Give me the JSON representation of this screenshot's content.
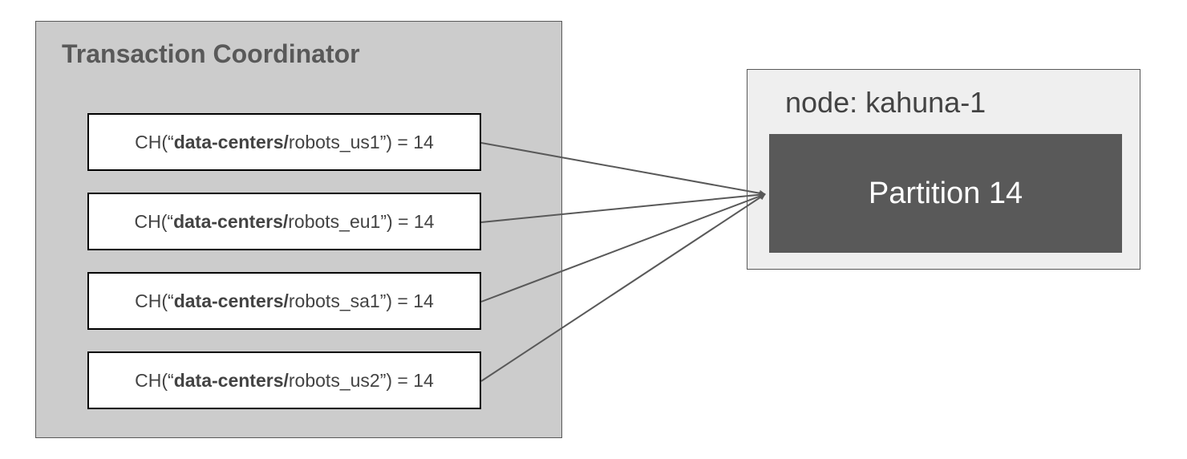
{
  "coordinator": {
    "title": "Transaction Coordinator",
    "hashes": [
      {
        "prefix": "CH(“",
        "bold": "data-centers/",
        "name": "robots_us1",
        "suffix": "”) = 14"
      },
      {
        "prefix": "CH(“",
        "bold": "data-centers/",
        "name": "robots_eu1",
        "suffix": "”) = 14"
      },
      {
        "prefix": "CH(“",
        "bold": "data-centers/",
        "name": "robots_sa1",
        "suffix": "”) = 14"
      },
      {
        "prefix": "CH(“",
        "bold": "data-centers/",
        "name": "robots_us2",
        "suffix": "”) = 14"
      }
    ]
  },
  "node": {
    "title": "node: kahuna-1",
    "partition_label": "Partition 14"
  },
  "colors": {
    "coordinator_bg": "#cccccc",
    "node_bg": "#efefef",
    "partition_bg": "#595959",
    "arrow": "#595959"
  }
}
